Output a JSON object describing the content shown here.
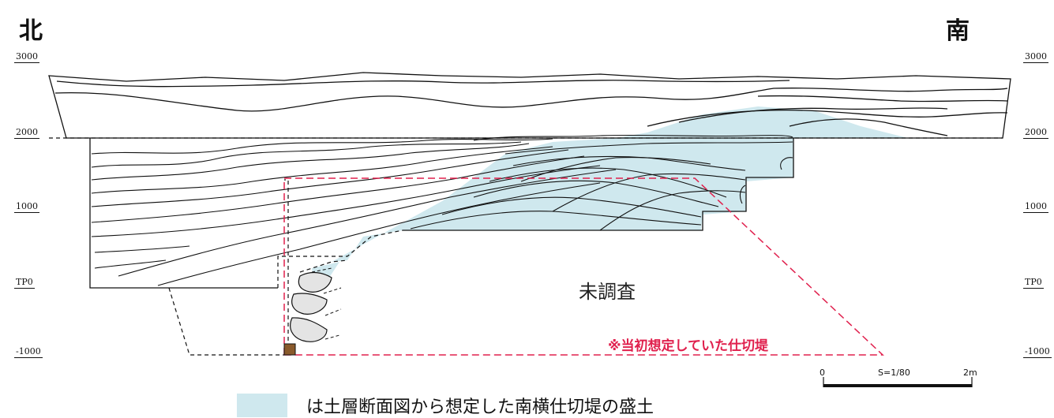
{
  "directions": {
    "north": "北",
    "south": "南"
  },
  "elevations": {
    "left": [
      "3000",
      "2000",
      "1000",
      "TP0",
      "-1000"
    ],
    "right": [
      "3000",
      "2000",
      "1000",
      "TP0",
      "-1000"
    ]
  },
  "labels": {
    "unsurveyed": "未調査",
    "assumed_partition": "※当初想定していた仕切堤"
  },
  "scale": {
    "zero": "0",
    "ratio": "S=1/80",
    "max": "2m"
  },
  "legend": {
    "text": "は土層断面図から想定した南横仕切堤の盛土"
  },
  "colors": {
    "fill": "#cfe8ee",
    "assumed_line": "#e0204d",
    "marker": "#8a5a2b",
    "lines": "#111111"
  }
}
